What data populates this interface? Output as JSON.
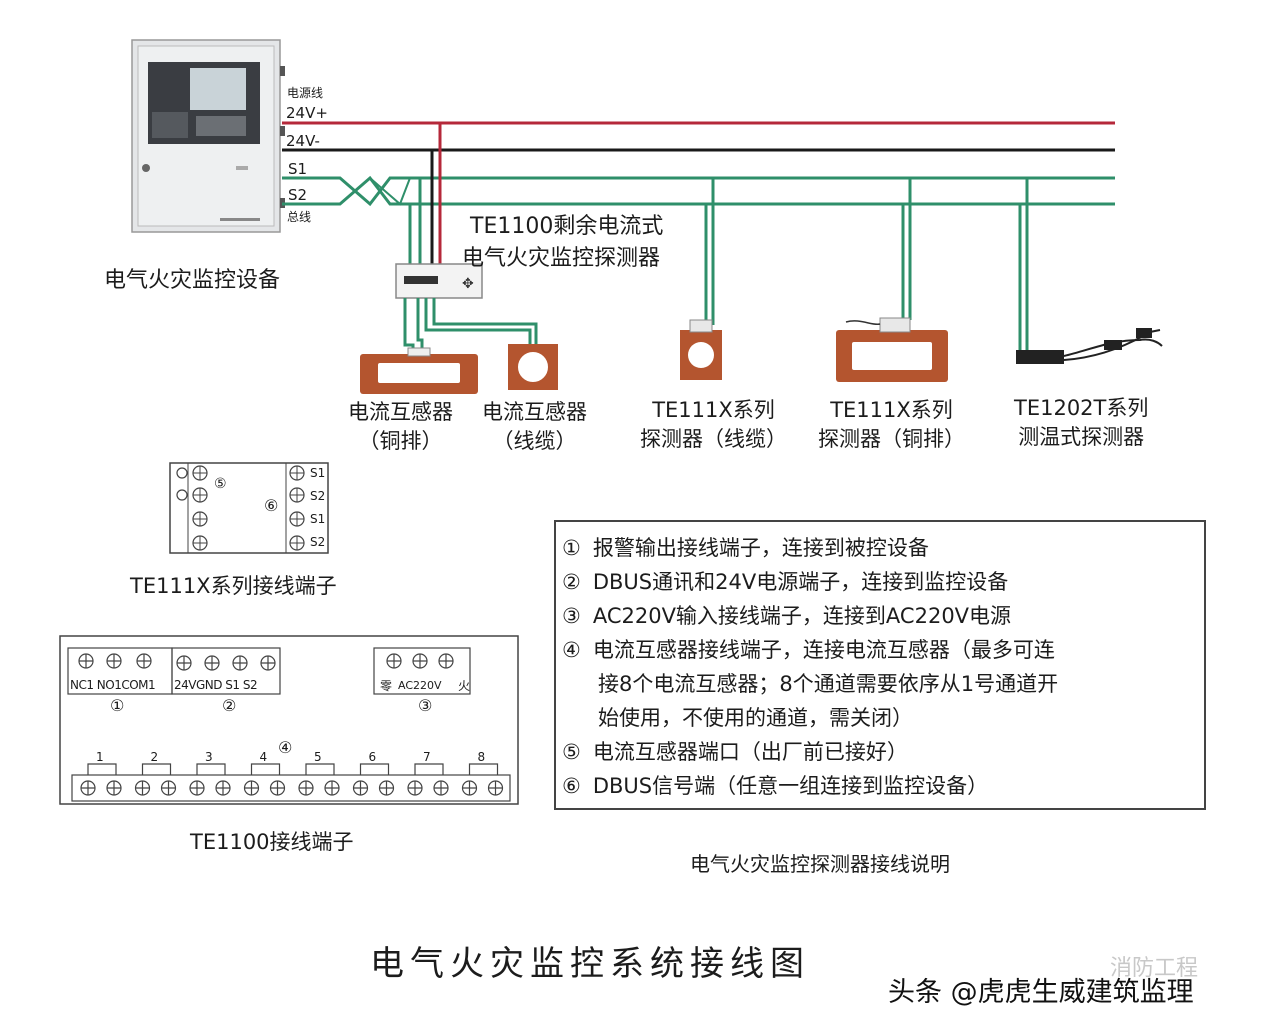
{
  "devices": {
    "controller_caption": "电气火灾监控设备",
    "wire_labels": {
      "power": "电源线",
      "pos24": "24V+",
      "neg24": "24V-",
      "s1": "S1",
      "s2": "S2",
      "bus": "总线"
    },
    "te1100_caption_line1": "TE1100剩余电流式",
    "te1100_caption_line2": "电气火灾监控探测器"
  },
  "products": [
    {
      "line1": "电流互感器",
      "line2": "（铜排）"
    },
    {
      "line1": "电流互感器",
      "line2": "（线缆）"
    },
    {
      "line1": "TE111X系列",
      "line2": "探测器（线缆）"
    },
    {
      "line1": "TE111X系列",
      "line2": "探测器（铜排）"
    },
    {
      "line1": "TE1202T系列",
      "line2": "测温式探测器"
    }
  ],
  "te111x_terminal": {
    "caption": "TE111X系列接线端子",
    "right_labels": [
      "S1",
      "S2",
      "S1",
      "S2"
    ],
    "marks": [
      "⑤",
      "⑥"
    ]
  },
  "te1100_terminal": {
    "caption": "TE1100接线端子",
    "group1": "NC1 NO1COM1",
    "group2": "24VGND  S1   S2",
    "group3_left": "零",
    "group3_mid": "AC220V",
    "group3_right": "火",
    "marks": [
      "①",
      "②",
      "③",
      "④"
    ],
    "channels": [
      "1",
      "2",
      "3",
      "4",
      "5",
      "6",
      "7",
      "8"
    ]
  },
  "legend": {
    "items": [
      {
        "num": "1",
        "text": "报警输出接线端子，连接到被控设备"
      },
      {
        "num": "2",
        "text": "DBUS通讯和24V电源端子，连接到监控设备"
      },
      {
        "num": "3",
        "text": "AC220V输入接线端子，连接到AC220V电源"
      },
      {
        "num": "4",
        "text": "电流互感器接线端子，连接电流互感器（最多可连"
      },
      {
        "num": "",
        "text": "接8个电流互感器；8个通道需要依序从1号通道开"
      },
      {
        "num": "",
        "text": "始使用，不使用的通道，需关闭）"
      },
      {
        "num": "5",
        "text": "电流互感器端口（出厂前已接好）"
      },
      {
        "num": "6",
        "text": "DBUS信号端（任意一组连接到监控设备）"
      }
    ],
    "caption": "电气火灾监控探测器接线说明"
  },
  "title": "电气火灾监控系统接线图",
  "watermark": "头条 @虎虎生威建筑监理",
  "watermark_faded": "消防工程",
  "colors": {
    "red_wire": "#b5283a",
    "black_wire": "#1a1a1a",
    "green_wire": "#2f8f6a",
    "copper": "#b4552f"
  }
}
